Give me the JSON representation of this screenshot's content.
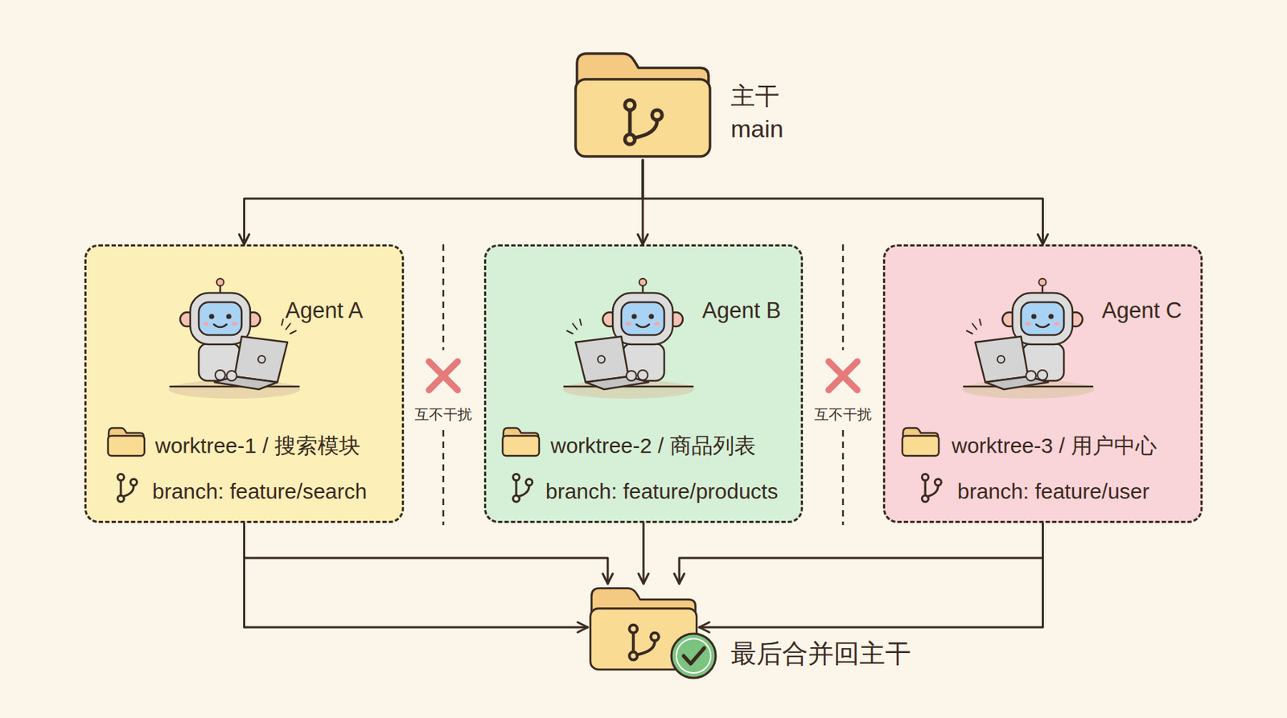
{
  "diagram": {
    "nodes": [
      {
        "text": [
          "主干",
          "main"
        ]
      },
      {
        "text": [
          "Agent A",
          "worktree-1 / 搜索模块",
          "branch: feature/search"
        ]
      },
      {
        "text": [
          "Agent B",
          "worktree-2 / 商品列表",
          "branch: feature/products"
        ]
      },
      {
        "text": [
          "Agent C",
          "worktree-3 / 用户中心",
          "branch: feature/user"
        ]
      },
      {
        "text": [
          "最后合并回主干"
        ]
      }
    ],
    "edges": [
      {
        "from": 0,
        "to": 1,
        "arrow": "to"
      },
      {
        "from": 0,
        "to": 2,
        "arrow": "to"
      },
      {
        "from": 0,
        "to": 3,
        "arrow": "to"
      },
      {
        "from": 1,
        "to": 4,
        "arrow": "to"
      },
      {
        "from": 2,
        "to": 4,
        "arrow": "to"
      },
      {
        "from": 3,
        "to": 4,
        "arrow": "to"
      }
    ],
    "labels": [
      "互不干扰",
      "互不干扰"
    ]
  }
}
